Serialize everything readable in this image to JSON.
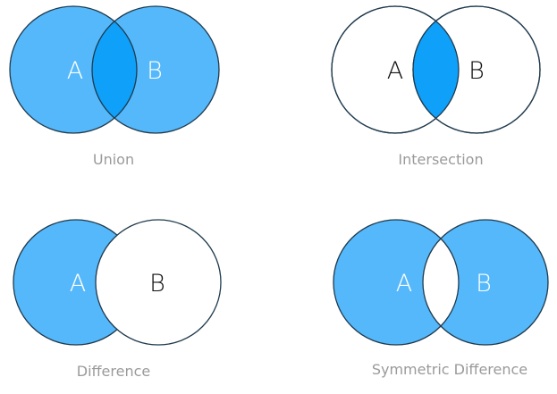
{
  "colors": {
    "fill": "#55b8fb",
    "overlap_fill": "#0fa0fa",
    "stroke": "#1f3a4d",
    "label_on_fill": "#ffffff",
    "label_on_white": "#111111",
    "caption": "#9a9a9a"
  },
  "diagrams": [
    {
      "operation": "union",
      "label_a": "A",
      "label_b": "B",
      "caption": "Union"
    },
    {
      "operation": "intersection",
      "label_a": "A",
      "label_b": "B",
      "caption": "Intersection"
    },
    {
      "operation": "difference",
      "label_a": "A",
      "label_b": "B",
      "caption": "Difference"
    },
    {
      "operation": "symmetric-difference",
      "label_a": "A",
      "label_b": "B",
      "caption": "Symmetric Difference"
    }
  ]
}
